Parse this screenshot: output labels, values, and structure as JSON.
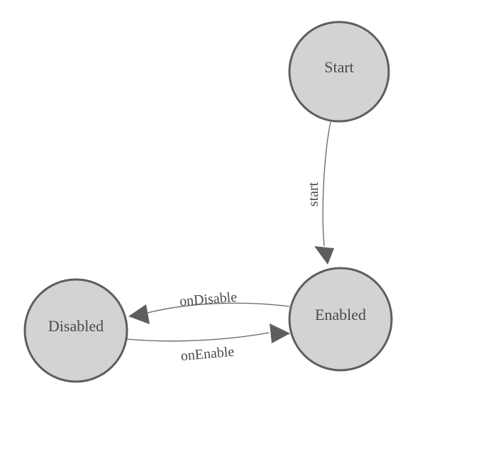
{
  "diagram": {
    "title": "state-machine-diagram",
    "colors": {
      "background": "#ffffff",
      "node_fill": "#d3d3d3",
      "node_border": "#5e5e5e",
      "edge_line": "#666666",
      "arrowhead": "#5e5e5e",
      "label_text": "#4a4a4a"
    },
    "nodes": [
      {
        "id": "start",
        "label": "Start"
      },
      {
        "id": "enabled",
        "label": "Enabled"
      },
      {
        "id": "disabled",
        "label": "Disabled"
      }
    ],
    "edges": [
      {
        "from": "Start",
        "to": "Enabled",
        "label": "start"
      },
      {
        "from": "Enabled",
        "to": "Disabled",
        "label": "onDisable"
      },
      {
        "from": "Disabled",
        "to": "Enabled",
        "label": "onEnable"
      }
    ]
  }
}
